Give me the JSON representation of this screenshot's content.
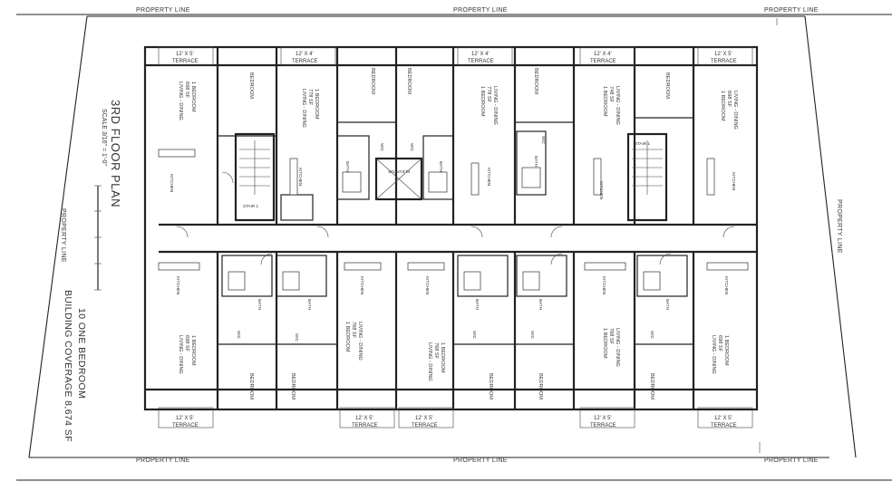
{
  "property_lines": {
    "top_left": "PROPERTY LINE",
    "top_center": "PROPERTY LINE",
    "top_right": "PROPERTY LINE",
    "bottom_left": "PROPERTY LINE",
    "bottom_center": "PROPERTY LINE",
    "bottom_right": "PROPERTY LINE",
    "left_side": "PROPERTY LINE",
    "right_side": "PROPERTY LINE"
  },
  "title": {
    "name": "3RD FLOOR PLAN",
    "scale": "SCALE 3/16\" = 1'-0\"",
    "summary": "10 ONE BEDROOM",
    "coverage": "BUILDING COVERAGE 8,674 SF"
  },
  "labels": {
    "terrace_a": "12' X 5'",
    "terrace_b": "12' X 4'",
    "terrace": "TERRACE",
    "bedroom": "BEDROOM",
    "living_dining": "LIVING - DINING",
    "one_bedroom": "1 BEDROOM",
    "kitchen": "KITCHEN",
    "bath": "BATH",
    "wic": "WIC",
    "stair": "STAIR 1",
    "elevator": "ELEVATOR",
    "area_1": "698 SF",
    "area_2": "778 SF",
    "area_3": "748 SF",
    "area_4": "768 SF"
  }
}
